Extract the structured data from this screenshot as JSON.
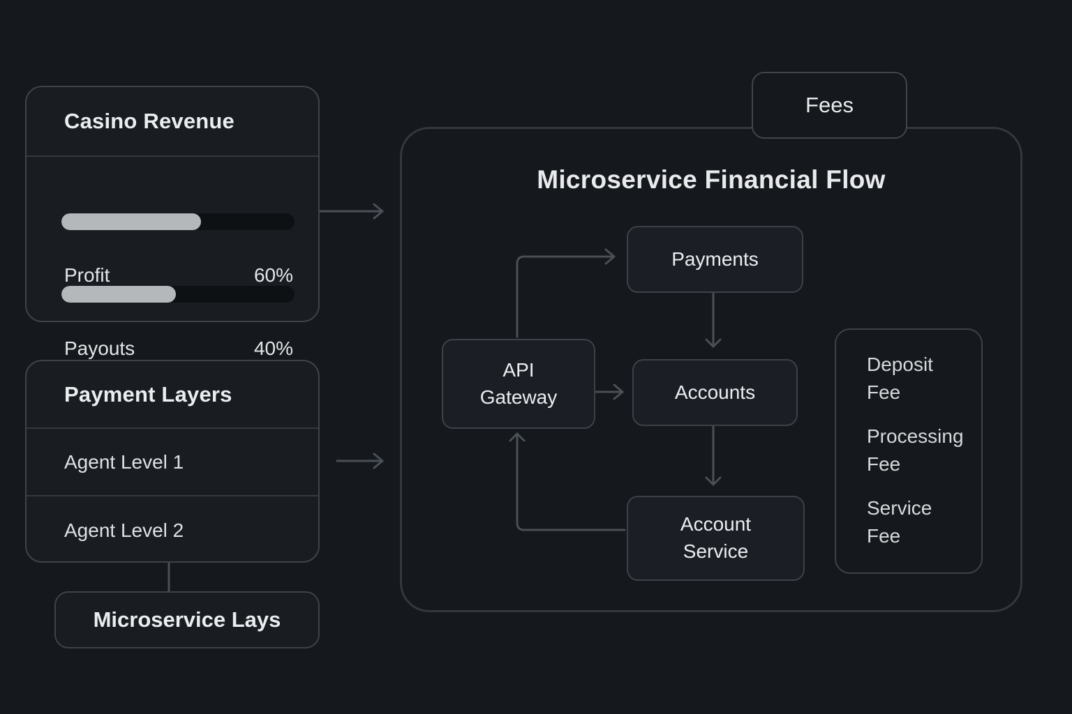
{
  "casino_card": {
    "title": "Casino Revenue",
    "rows": [
      {
        "label": "Profit",
        "value": "60%",
        "bar_percent": 60
      },
      {
        "label": "Payouts",
        "value": "40%",
        "bar_percent": 49
      }
    ]
  },
  "payment_card": {
    "title": "Payment Layers",
    "rows": [
      {
        "label": "Agent Level 1"
      },
      {
        "label": "Agent Level 2"
      }
    ]
  },
  "microservice_lays": {
    "label": "Microservice Lays"
  },
  "fees_box": {
    "label": "Fees"
  },
  "flow": {
    "title": "Microservice Financial Flow",
    "nodes": {
      "payments": "Payments",
      "api_gateway": "API\nGateway",
      "accounts": "Accounts",
      "account_service": "Account\nService"
    },
    "fee_list": [
      {
        "label": "Deposit\nFee"
      },
      {
        "label": "Processing\nFee"
      },
      {
        "label": "Service\nFee"
      }
    ]
  },
  "colors": {
    "background": "#15181c",
    "card_fill": "#191d22",
    "border": "#3e434a",
    "container_border": "#33383e",
    "divider": "#343a41",
    "arrow": "#4a5057",
    "text_primary": "#e9ebed",
    "text_secondary": "#d7d9dc",
    "progress_fill": "#b5b8bb",
    "progress_track": "#0e1114"
  }
}
